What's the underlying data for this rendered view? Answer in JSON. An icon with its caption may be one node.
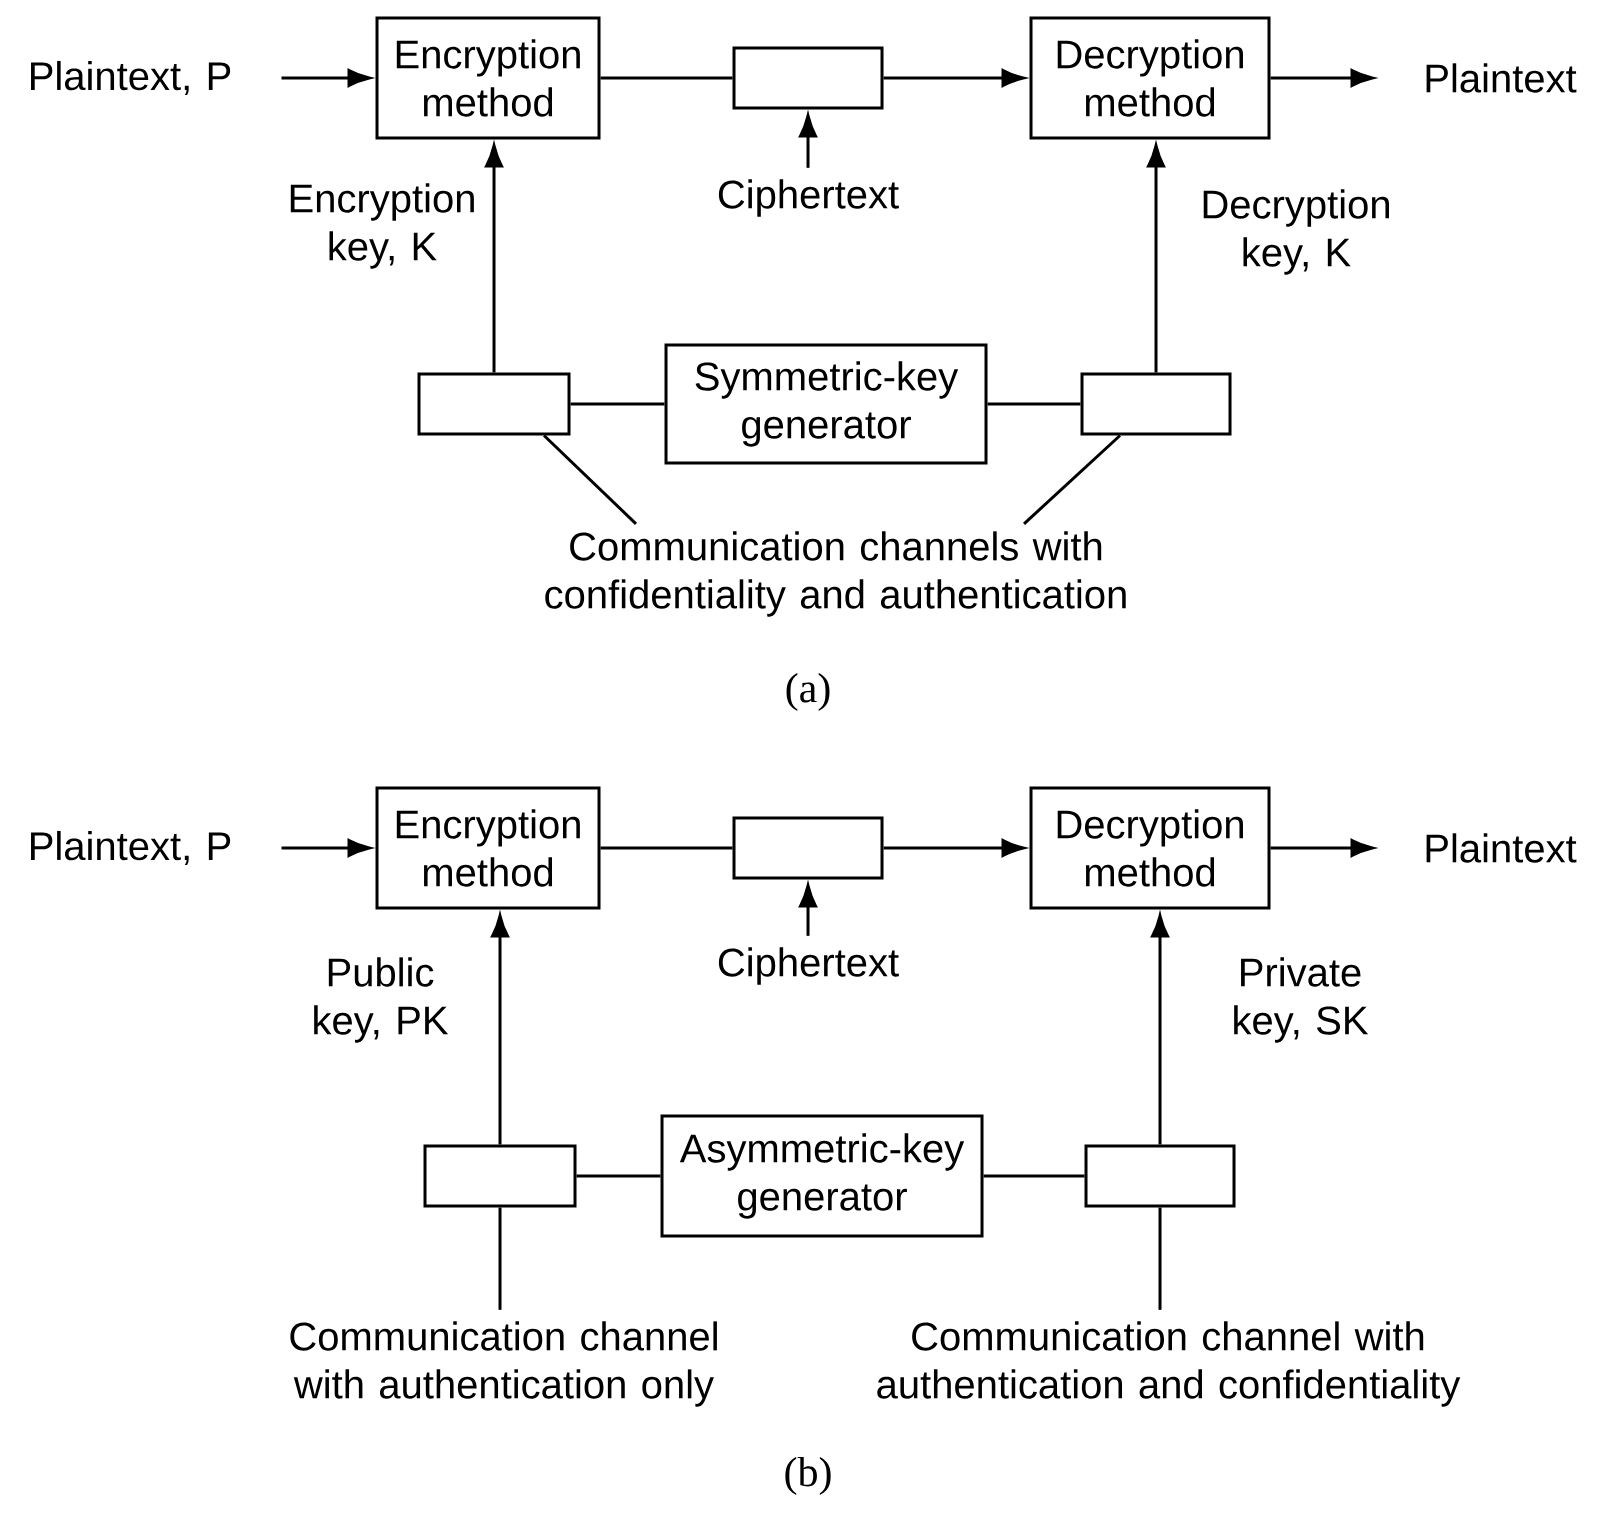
{
  "diagram": {
    "nodes": [
      {
        "text": [
          "Plaintext, P"
        ]
      },
      {
        "text": [
          "Encryption method"
        ]
      },
      {
        "text": [],
        "shape": "box"
      },
      {
        "text": [
          "Decryption method"
        ]
      },
      {
        "text": [
          "Plaintext"
        ]
      },
      {
        "text": [
          "Ciphertext"
        ]
      },
      {
        "text": [],
        "shape": "box"
      },
      {
        "text": [
          "Symmetric-key generator"
        ]
      },
      {
        "text": [],
        "shape": "box"
      },
      {
        "text": [
          "Communication channels with confidentiality and authentication"
        ]
      },
      {
        "text": [
          "Plaintext, P"
        ]
      },
      {
        "text": [
          "Encryption method"
        ]
      },
      {
        "text": [],
        "shape": "box"
      },
      {
        "text": [
          "Decryption method"
        ]
      },
      {
        "text": [
          "Plaintext"
        ]
      },
      {
        "text": [
          "Ciphertext"
        ]
      },
      {
        "text": [],
        "shape": "box"
      },
      {
        "text": [
          "Asymmetric-key generator"
        ]
      },
      {
        "text": [],
        "shape": "box"
      },
      {
        "text": [
          "Communication channel with authentication only"
        ]
      },
      {
        "text": [
          "Communication channel with authentication and confidentiality"
        ]
      }
    ],
    "edges": [
      {
        "from": 0,
        "to": 1,
        "arrow": "to"
      },
      {
        "from": 1,
        "to": 2,
        "arrow": "none"
      },
      {
        "from": 2,
        "to": 3,
        "arrow": "to"
      },
      {
        "from": 3,
        "to": 4,
        "arrow": "to"
      },
      {
        "from": 5,
        "to": 2,
        "arrow": "to"
      },
      {
        "from": 6,
        "to": 1,
        "arrow": "to",
        "label": "Encryption key, K"
      },
      {
        "from": 8,
        "to": 3,
        "arrow": "to",
        "label": "Decryption key, K"
      },
      {
        "from": 6,
        "to": 7,
        "arrow": "none"
      },
      {
        "from": 7,
        "to": 8,
        "arrow": "none"
      },
      {
        "from": 9,
        "to": 6,
        "arrow": "none"
      },
      {
        "from": 9,
        "to": 8,
        "arrow": "none"
      },
      {
        "from": 10,
        "to": 11,
        "arrow": "to"
      },
      {
        "from": 11,
        "to": 12,
        "arrow": "none"
      },
      {
        "from": 12,
        "to": 13,
        "arrow": "to"
      },
      {
        "from": 13,
        "to": 14,
        "arrow": "to"
      },
      {
        "from": 15,
        "to": 12,
        "arrow": "to"
      },
      {
        "from": 16,
        "to": 11,
        "arrow": "to",
        "label": "Public key, PK"
      },
      {
        "from": 18,
        "to": 13,
        "arrow": "to",
        "label": "Private key, SK"
      },
      {
        "from": 16,
        "to": 17,
        "arrow": "none"
      },
      {
        "from": 17,
        "to": 18,
        "arrow": "none"
      },
      {
        "from": 19,
        "to": 16,
        "arrow": "none"
      },
      {
        "from": 20,
        "to": 18,
        "arrow": "none"
      }
    ],
    "labels": [
      "(a)",
      "(b)"
    ]
  }
}
